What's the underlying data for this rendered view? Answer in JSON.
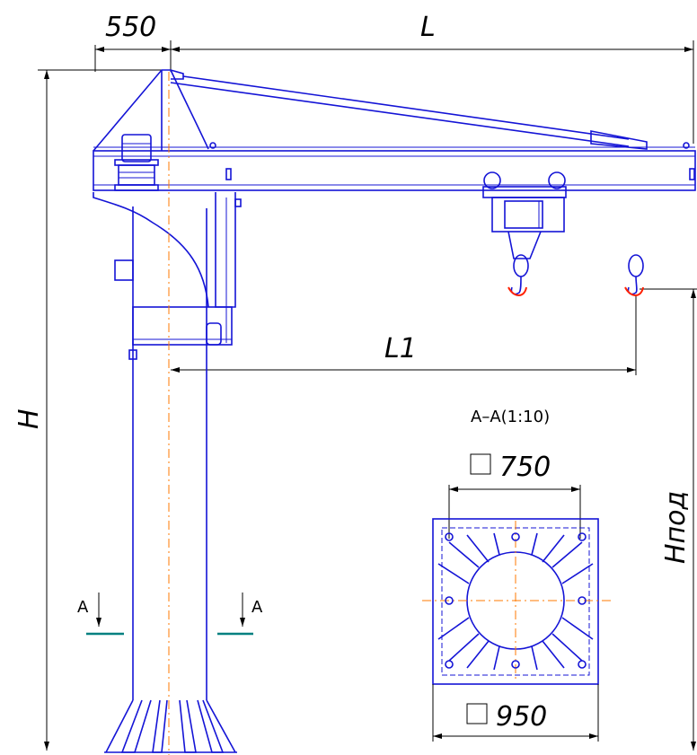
{
  "dimensions": {
    "offset": "550",
    "boom_length": "L",
    "reach": "L1",
    "height": "H",
    "lift_height": "Hпод"
  },
  "section": {
    "title": "A–A(1:10)",
    "bolt_spacing": "750",
    "plate_size": "950",
    "cut_mark": "A"
  },
  "colors": {
    "outline": "#1414d6",
    "axis": "#ff7a00",
    "dimension": "#000000",
    "section_mark": "#008080"
  }
}
